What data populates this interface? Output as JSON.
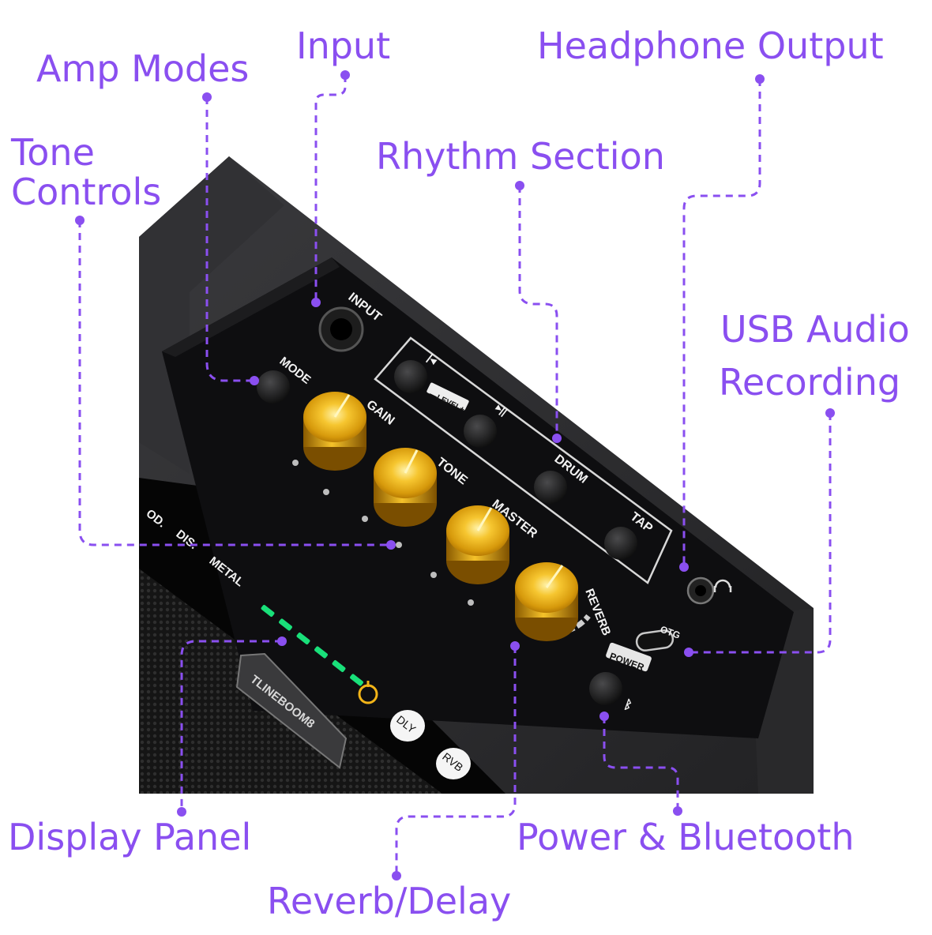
{
  "callouts": {
    "amp_modes": "Amp Modes",
    "input": "Input",
    "headphone_output": "Headphone Output",
    "tone_controls_line1": "Tone",
    "tone_controls_line2": "Controls",
    "rhythm_section": "Rhythm Section",
    "usb_line1": "USB Audio",
    "usb_line2": "Recording",
    "display_panel": "Display Panel",
    "power_bluetooth": "Power & Bluetooth",
    "reverb_delay": "Reverb/Delay"
  },
  "panel": {
    "input": "INPUT",
    "mode": "MODE",
    "gain": "GAIN",
    "tone": "TONE",
    "master": "MASTER",
    "reverb": "REVERB",
    "level": "—LEVEL+",
    "drum": "DRUM",
    "tap": "TAP",
    "otg": "OTG",
    "power": "POWER",
    "prev_glyph": "|◂",
    "play_glyph": "▸||",
    "bt_glyph": "ᛒ"
  },
  "display": {
    "od": "OD.",
    "dis": "DIS.",
    "metal": "METAL",
    "dly": "DLY",
    "rvb": "RVB",
    "brand": "TLINEBOOM8",
    "led_color": "#19e07a"
  },
  "colors": {
    "accent": "#8a4ff0",
    "knob_gold": "#f2b418",
    "body": "#2b2b2d",
    "panel": "#0e0e10"
  }
}
